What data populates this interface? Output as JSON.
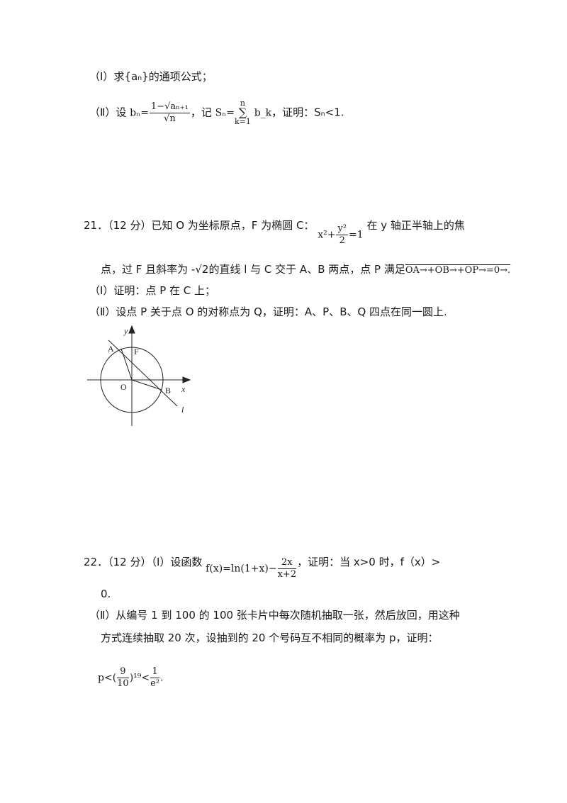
{
  "q20": {
    "part1": {
      "label": "（Ⅰ）",
      "text": "求{aₙ}的通项公式；"
    },
    "part2": {
      "label": "（Ⅱ）设",
      "bn_lhs": "bₙ=",
      "bn_num": "1−√aₙ₊₁",
      "bn_den": "√n",
      "mid": "，记",
      "sn_lhs": "Sₙ=",
      "sum_top": "n",
      "sum_bottom": "k=1",
      "sum_term": "b_k",
      "tail": "，证明：Sₙ<1."
    }
  },
  "q21": {
    "number": "21．",
    "score": "（12 分）",
    "line1_text": "已知 O 为坐标原点，F 为椭圆 C：",
    "ellipse_eq": {
      "x_term": "x²+",
      "y_num": "y²",
      "y_den": "2",
      "rhs": "=1"
    },
    "line1_tail": "在 y 轴正半轴上的焦",
    "line2_text": "点，过 F 且斜率为 -√2的直线 l 与 C 交于 A、B 两点，点 P 满足",
    "vector_eq": "OA→+OB→+OP→=0→.",
    "part1": "（Ⅰ）证明：点 P 在 C 上；",
    "part2": "（Ⅱ）设点 P 关于点 O 的对称点为 Q，证明：A、P、B、Q 四点在同一圆上.",
    "figure": {
      "labels": {
        "y": "y",
        "x": "x",
        "A": "A",
        "F": "F",
        "O": "O",
        "B": "B",
        "l": "l"
      }
    }
  },
  "q22": {
    "number": "22．",
    "score": "（12 分）",
    "part1_label": "（Ⅰ）设函数",
    "func": "f(x)=ln(1+x)−",
    "frac_num": "2x",
    "frac_den": "x+2",
    "part1_tail": "，证明：当 x>0 时，f（x）>",
    "part1_cont": "0.",
    "part2_line1": "（Ⅱ）从编号 1 到 100 的 100 张卡片中每次随机抽取一张，然后放回，用这种",
    "part2_line2": "方式连续抽取 20 次，设抽到的 20 个号码互不相同的概率为 p，证明：",
    "ineq": {
      "p": "p<(",
      "num": "9",
      "den": "10",
      "exp": ")¹⁹<",
      "num2": "1",
      "den2": "e²",
      "end": "."
    }
  }
}
